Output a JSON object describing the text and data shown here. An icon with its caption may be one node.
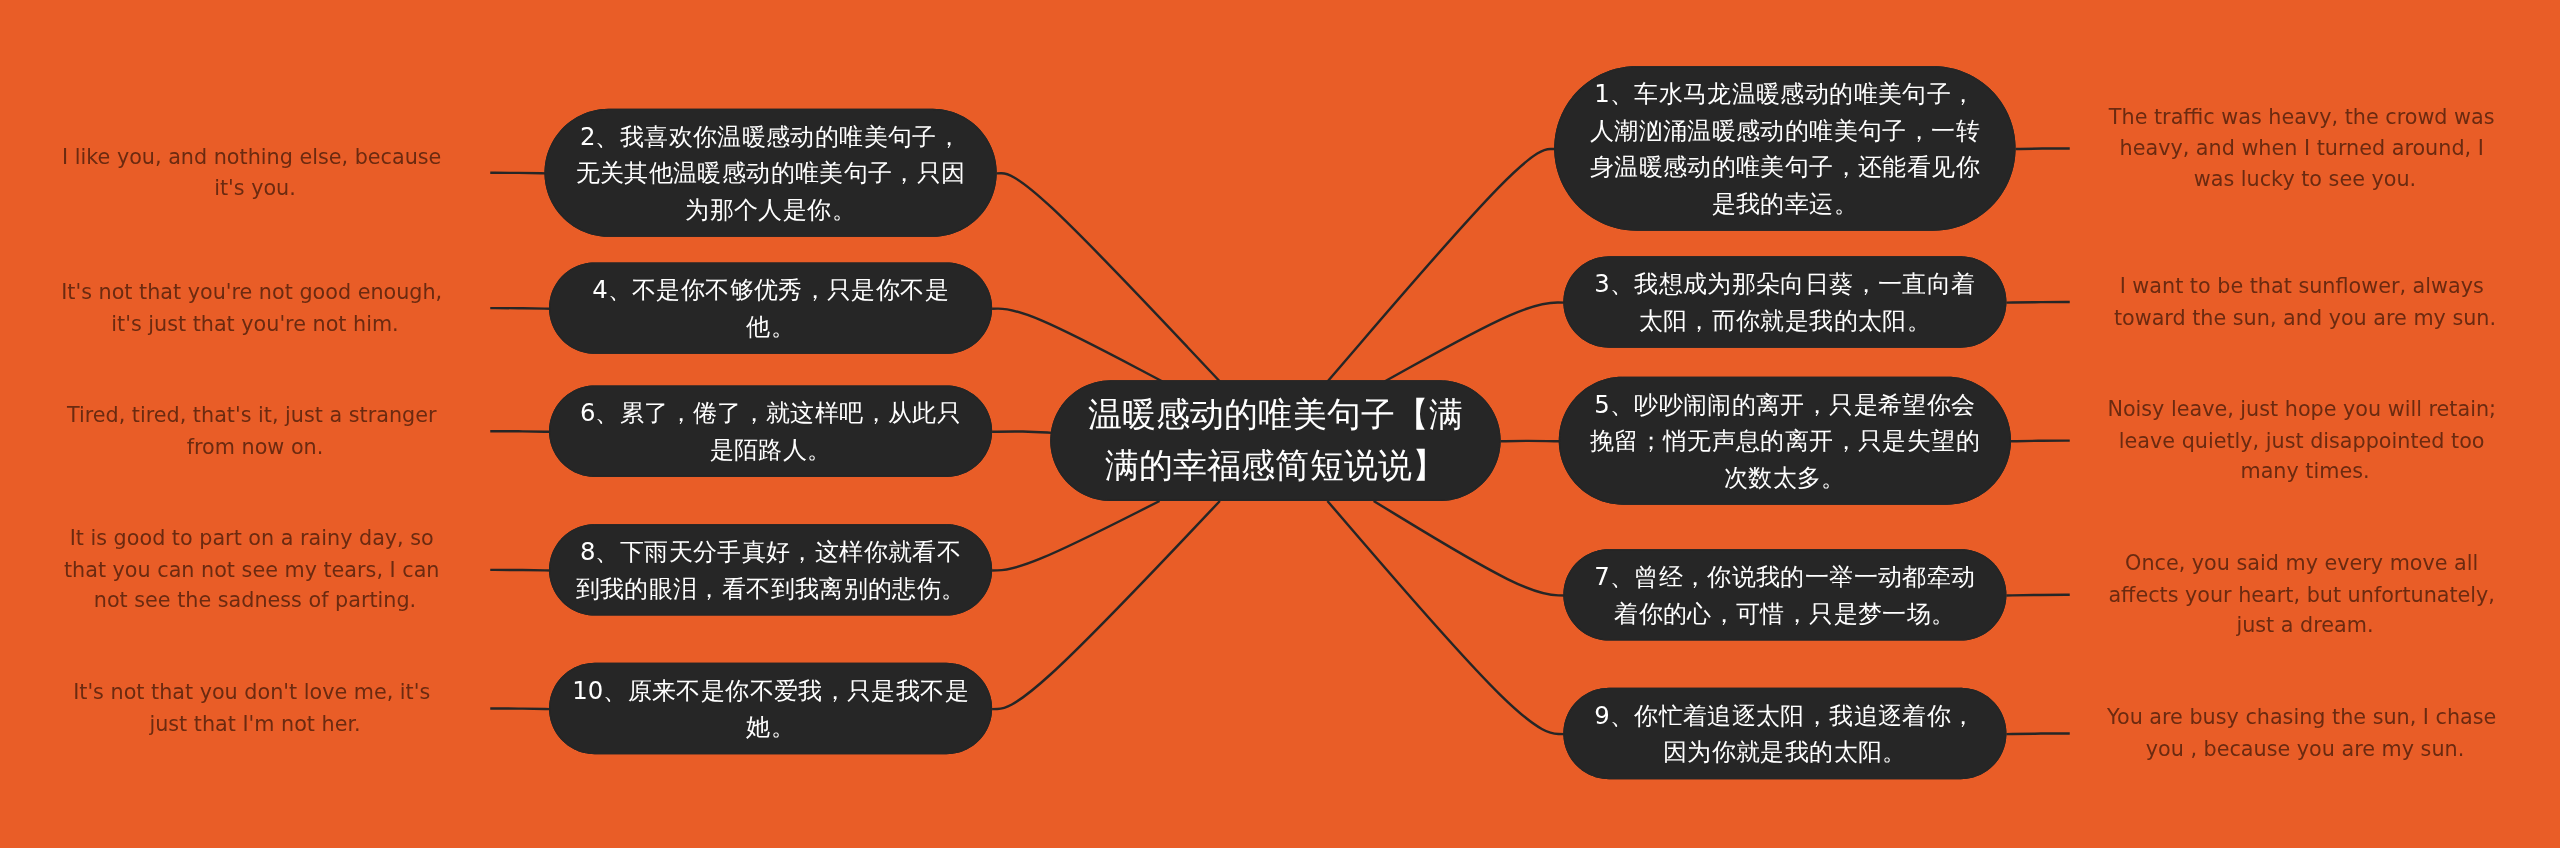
{
  "diagram": {
    "nodes": [
      {
        "text": [
          "温暖感动的唯美句子【满满的幸福感简短说说】"
        ]
      },
      {
        "text": [
          "1、车水马龙温暖感动的唯美句子，人潮汹涌温暖感动的唯美句子，一转身温暖感动的唯美句子，还能看见你是我的幸运。"
        ]
      },
      {
        "text": [
          "2、我喜欢你温暖感动的唯美句子，无关其他温暖感动的唯美句子，只因为那个人是你。"
        ]
      },
      {
        "text": [
          "3、我想成为那朵向日葵，一直向着太阳，而你就是我的太阳。"
        ]
      },
      {
        "text": [
          "4、不是你不够优秀，只是你不是他。"
        ]
      },
      {
        "text": [
          "5、吵吵闹闹的离开，只是希望你会挽留；悄无声息的离开，只是失望的次数太多。"
        ]
      },
      {
        "text": [
          "6、累了，倦了，就这样吧，从此只是陌路人。"
        ]
      },
      {
        "text": [
          "7、曾经，你说我的一举一动都牵动着你的心，可惜，只是梦一场。"
        ]
      },
      {
        "text": [
          "8、下雨天分手真好，这样你就看不到我的眼泪，看不到我离别的悲伤。"
        ]
      },
      {
        "text": [
          "9、你忙着追逐太阳，我追逐着你，因为你就是我的太阳。"
        ]
      },
      {
        "text": [
          "10、原来不是你不爱我，只是我不是她。"
        ]
      },
      {
        "text": [
          "The traffic was heavy, the crowd was heavy, and when I turned around, I was lucky to see you."
        ]
      },
      {
        "text": [
          "I like you, and nothing else, because it's you."
        ]
      },
      {
        "text": [
          "I want to be that sunflower, always toward the sun, and you are my sun."
        ]
      },
      {
        "text": [
          "It's not that you're not good enough, it's just that you're not him."
        ]
      },
      {
        "text": [
          "Noisy leave, just hope you will retain; leave quietly, just disappointed too many times."
        ]
      },
      {
        "text": [
          "Tired, tired, that's it, just a stranger from now on."
        ]
      },
      {
        "text": [
          "Once, you said my every move all affects your heart, but unfortunately, just a dream."
        ]
      },
      {
        "text": [
          "It is good to part on a rainy day, so that you can not see my tears, I can not see the sadness of parting."
        ]
      },
      {
        "text": [
          "You are busy chasing the sun, I chase you , because you are my sun."
        ]
      },
      {
        "text": [
          "It's not that you don't love me, it's just that I'm not her."
        ]
      }
    ],
    "edges": [
      {
        "from": 0,
        "to": 1,
        "arrow": "none"
      },
      {
        "from": 2,
        "to": 0,
        "arrow": "none"
      },
      {
        "from": 0,
        "to": 3,
        "arrow": "none"
      },
      {
        "from": 4,
        "to": 0,
        "arrow": "none"
      },
      {
        "from": 0,
        "to": 5,
        "arrow": "none"
      },
      {
        "from": 6,
        "to": 0,
        "arrow": "none"
      },
      {
        "from": 0,
        "to": 7,
        "arrow": "none"
      },
      {
        "from": 8,
        "to": 0,
        "arrow": "none"
      },
      {
        "from": 0,
        "to": 9,
        "arrow": "none"
      },
      {
        "from": 10,
        "to": 0,
        "arrow": "none"
      },
      {
        "from": 1,
        "to": 11,
        "arrow": "none"
      },
      {
        "from": 12,
        "to": 2,
        "arrow": "none"
      },
      {
        "from": 3,
        "to": 13,
        "arrow": "none"
      },
      {
        "from": 14,
        "to": 4,
        "arrow": "none"
      },
      {
        "from": 5,
        "to": 15,
        "arrow": "none"
      },
      {
        "from": 16,
        "to": 6,
        "arrow": "none"
      },
      {
        "from": 7,
        "to": 17,
        "arrow": "none"
      },
      {
        "from": 18,
        "to": 8,
        "arrow": "none"
      },
      {
        "from": 9,
        "to": 19,
        "arrow": "none"
      },
      {
        "from": 20,
        "to": 10,
        "arrow": "none"
      }
    ]
  }
}
